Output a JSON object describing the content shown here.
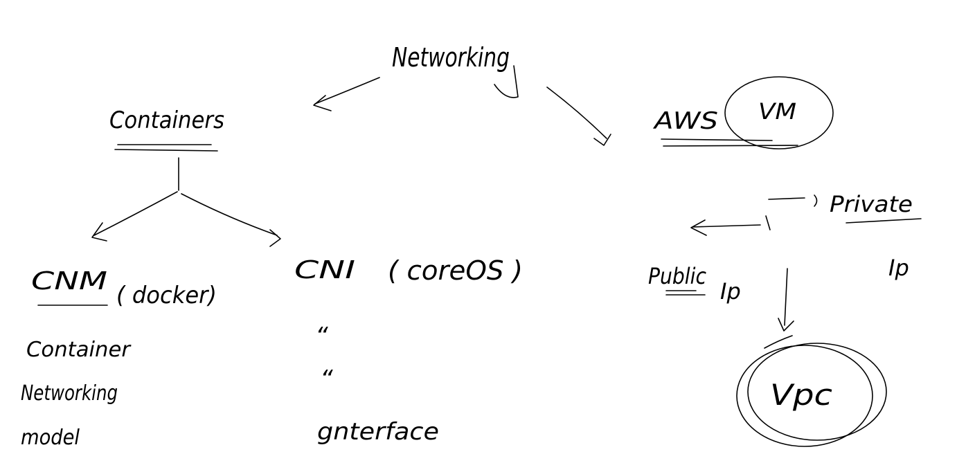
{
  "diagram": {
    "root": "Networking",
    "left_branch": {
      "title": "Containers",
      "cnm": {
        "label": "CNM",
        "note": "( docker)",
        "line1": "Container",
        "line2": "Networking",
        "line3": "model"
      },
      "cni": {
        "label": "CNI",
        "note": "( coreOS )",
        "ditto1": "“",
        "ditto2": "“",
        "line3": "gnterface"
      }
    },
    "right_branch": {
      "title": "AWS",
      "vm": "VM",
      "private": "Private",
      "private_ip": "Ip",
      "public": "Public",
      "public_ip": "Ip",
      "vpc": "Vpc"
    }
  }
}
